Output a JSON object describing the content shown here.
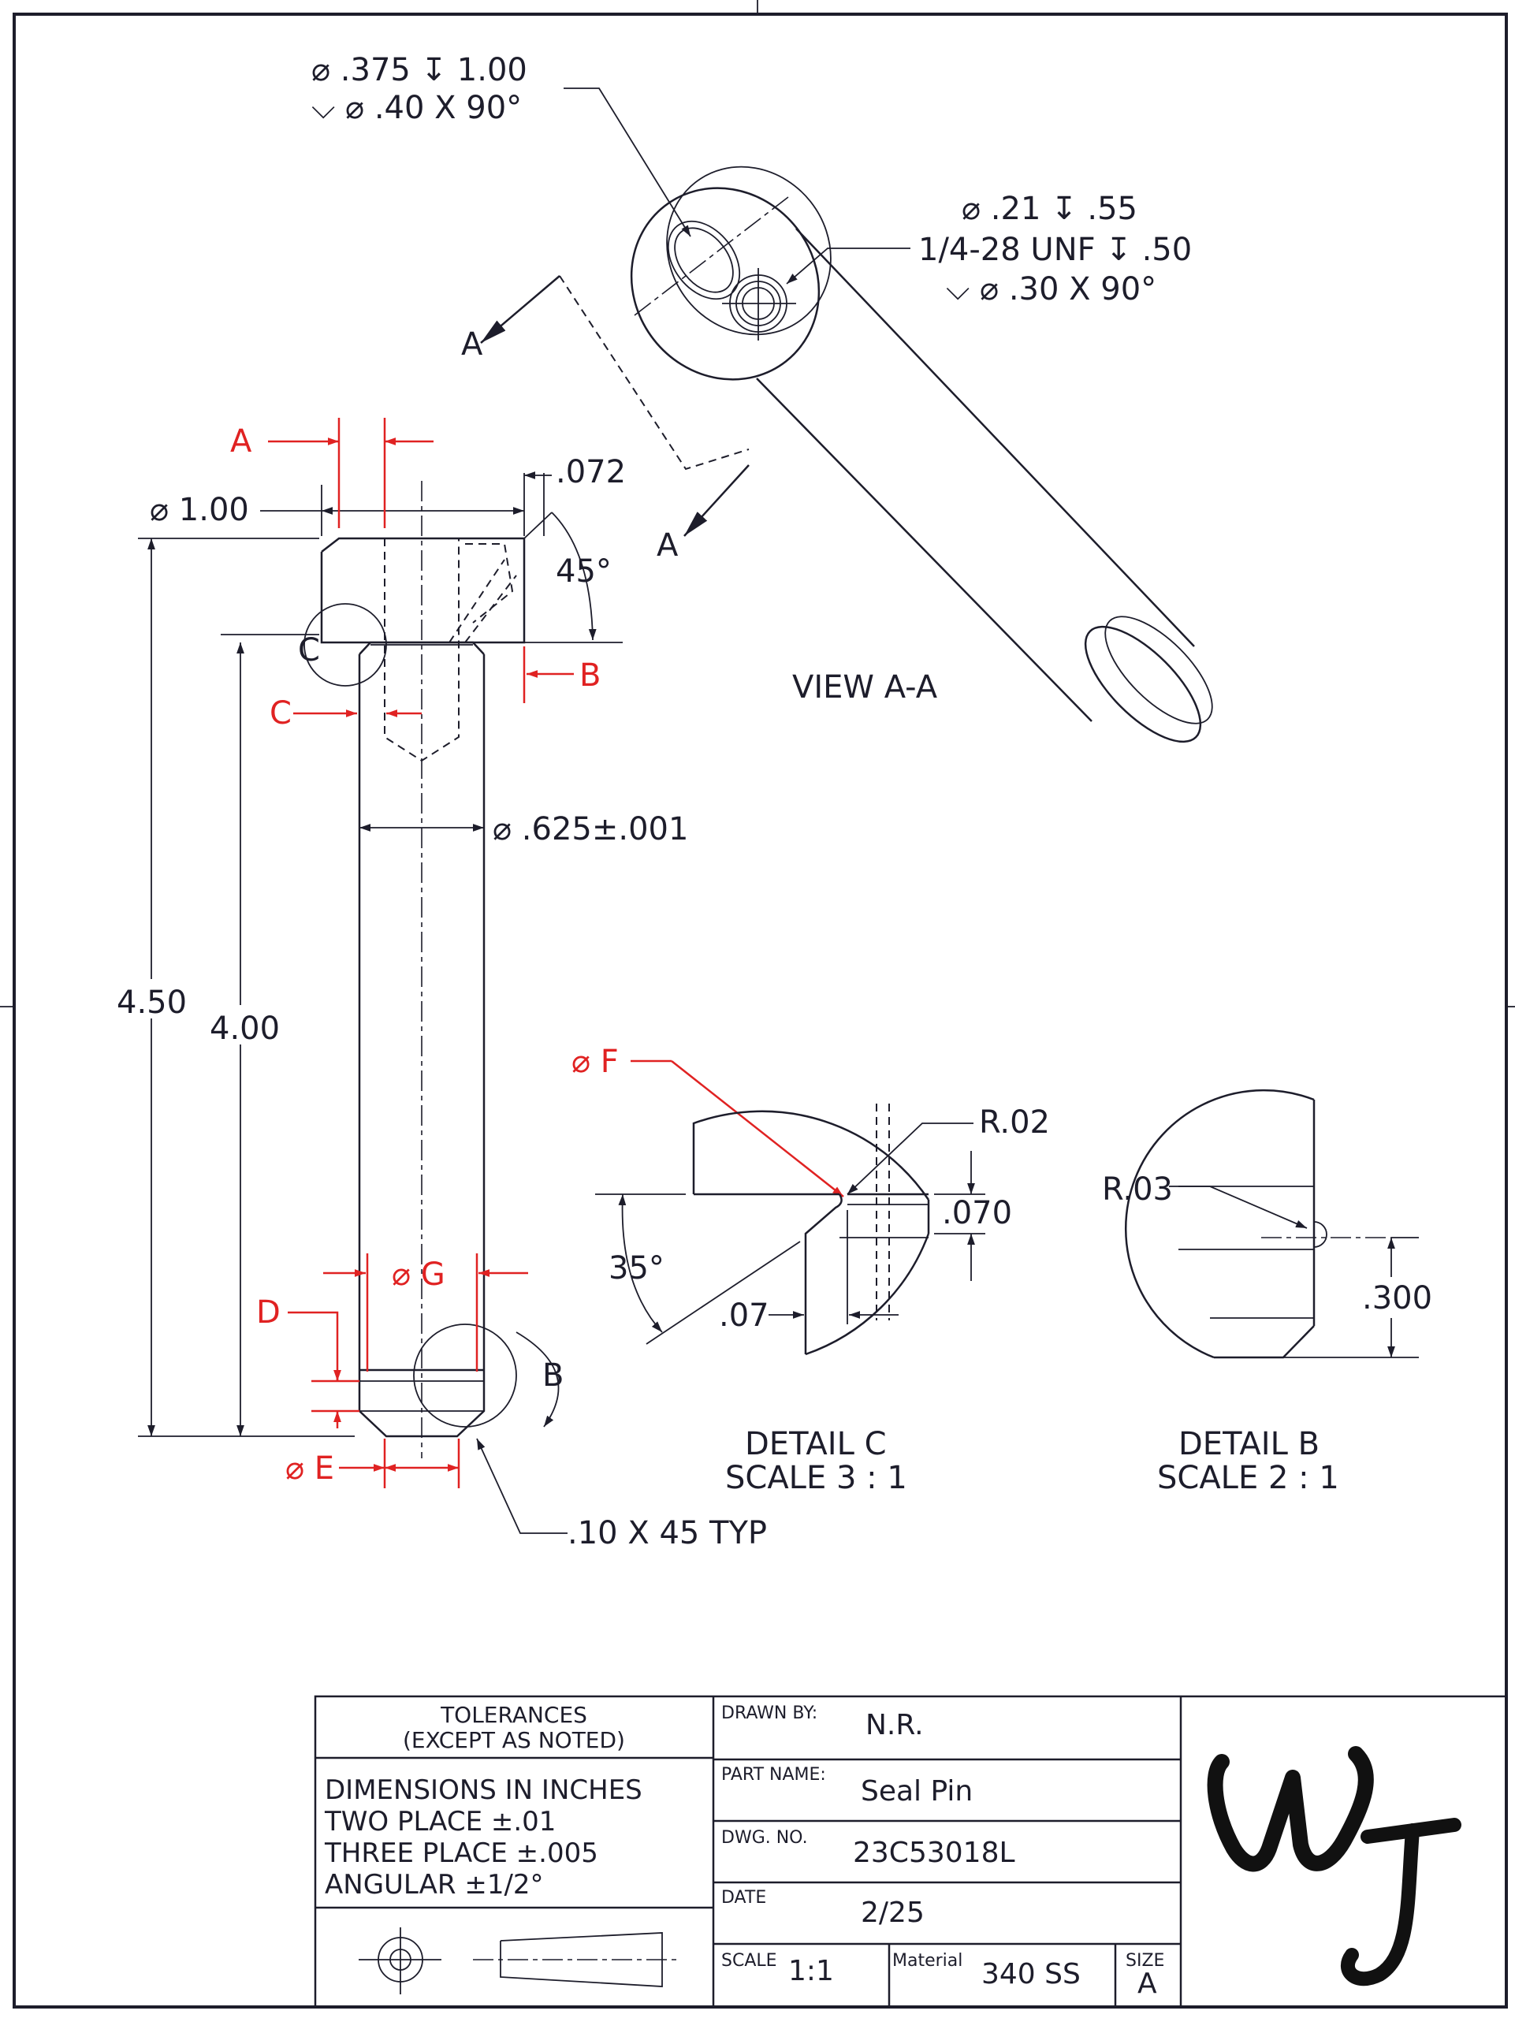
{
  "view_aa": {
    "callout_hole_1": "⌀ .375 ↧ 1.00",
    "callout_hole_2": "⌵ ⌀ .40 X 90°",
    "callout_thread_1": "⌀ .21 ↧ .55",
    "callout_thread_2": "1/4-28 UNF ↧ .50",
    "callout_thread_3": "⌵ ⌀ .30 X 90°",
    "section_letter": "A",
    "title": "VIEW A-A"
  },
  "main_view": {
    "dia_head": "⌀ 1.00",
    "dim_072": ".072",
    "angle_45": "45°",
    "dia_body": "⌀ .625±.001",
    "len_450": "4.50",
    "len_400": "4.00",
    "chamfer": ".10 X 45 TYP",
    "detail_c_letter": "C",
    "detail_b_letter": "B"
  },
  "red_labels": {
    "a": "A",
    "b": "B",
    "c": "C",
    "d": "D",
    "e": "⌀ E",
    "f": "⌀ F",
    "g": "⌀ G"
  },
  "detail_c": {
    "r02": "R.02",
    "d070": ".070",
    "angle": "35°",
    "d07": ".07",
    "title": "DETAIL C",
    "scale": "SCALE 3 : 1"
  },
  "detail_b": {
    "r03": "R.03",
    "d300": ".300",
    "title": "DETAIL B",
    "scale": "SCALE 2 : 1"
  },
  "title_block": {
    "tolerances_1": "TOLERANCES",
    "tolerances_2": "(EXCEPT AS NOTED)",
    "dims_1": "DIMENSIONS IN INCHES",
    "dims_2": "TWO PLACE    ±.01",
    "dims_3": "THREE PLACE    ±.005",
    "dims_4": "ANGULAR ±1/2°",
    "drawn_by_label": "DRAWN BY:",
    "drawn_by": "N.R.",
    "part_name_label": "PART NAME:",
    "part_name": "Seal Pin",
    "dwg_no_label": "DWG. NO.",
    "dwg_no": "23C53018L",
    "date_label": "DATE",
    "date": "2/25",
    "scale_label": "SCALE",
    "scale": "1:1",
    "material_label": "Material",
    "material": "340 SS",
    "size_label": "SIZE",
    "size": "A",
    "logo": "WJ"
  }
}
